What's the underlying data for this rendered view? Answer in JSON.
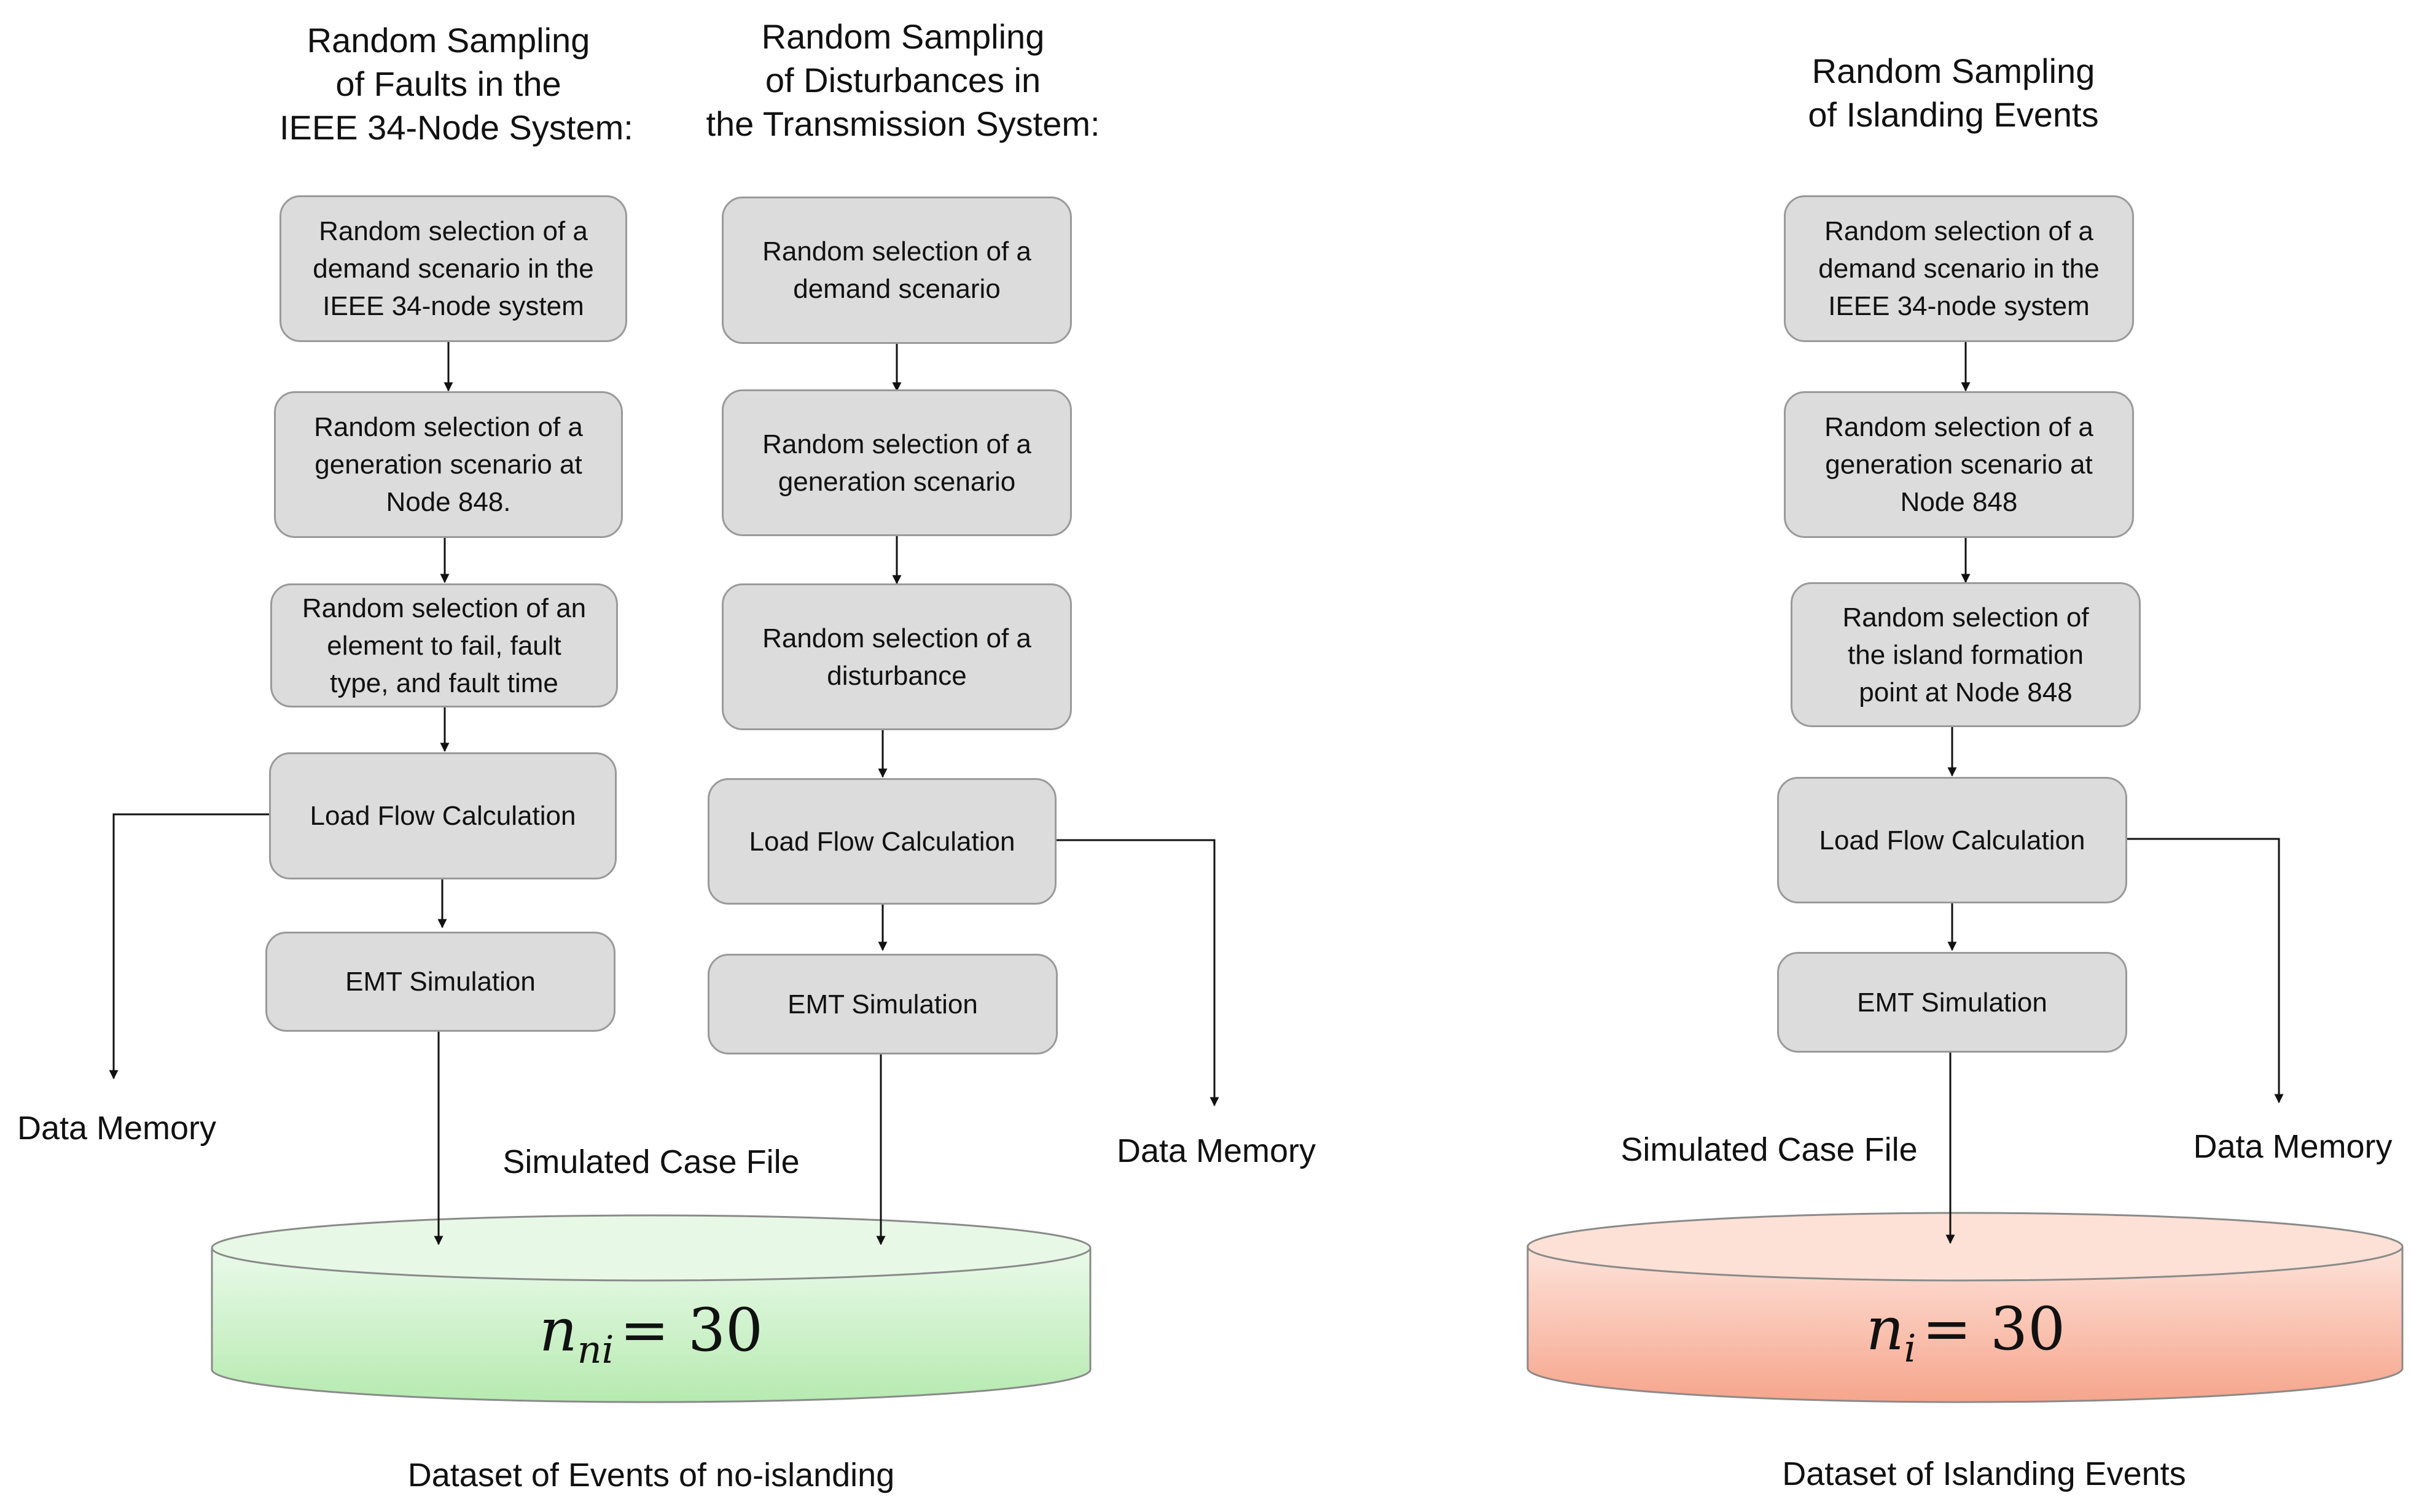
{
  "columns": {
    "faults": {
      "title_lines": [
        "Random Sampling",
        "of Faults in the",
        "IEEE 34-Node System:"
      ],
      "steps": [
        [
          "Random selection of a",
          "demand scenario in the",
          "IEEE 34-node system"
        ],
        [
          "Random selection of a",
          "generation scenario at",
          "Node 848."
        ],
        [
          "Random selection of an",
          "element to fail, fault",
          "type, and fault time"
        ],
        [
          "Load Flow Calculation"
        ],
        [
          "EMT Simulation"
        ]
      ]
    },
    "disturbances": {
      "title_lines": [
        "Random Sampling",
        "of Disturbances in",
        "the Transmission System:"
      ],
      "steps": [
        [
          "Random selection of a",
          "demand scenario"
        ],
        [
          "Random selection of a",
          "generation scenario"
        ],
        [
          "Random selection of a",
          "disturbance"
        ],
        [
          "Load Flow Calculation"
        ],
        [
          "EMT Simulation"
        ]
      ]
    },
    "islanding": {
      "title_lines": [
        "Random Sampling",
        "of Islanding Events"
      ],
      "steps": [
        [
          "Random selection of a",
          "demand scenario in the",
          "IEEE 34-node system"
        ],
        [
          "Random selection of a",
          "generation scenario at",
          "Node 848"
        ],
        [
          "Random selection of",
          "the island formation",
          "point at Node 848"
        ],
        [
          "Load Flow Calculation"
        ],
        [
          "EMT Simulation"
        ]
      ]
    }
  },
  "labels": {
    "data_memory_left": "Data Memory",
    "data_memory_middle": "Data Memory",
    "data_memory_right": "Data Memory",
    "simulated_case_file_left": "Simulated Case File",
    "simulated_case_file_right": "Simulated Case File"
  },
  "datasets": {
    "no_islanding": {
      "variable": "n",
      "subscript": "ni",
      "equals": "= 30",
      "caption": "Dataset of Events of no-islanding",
      "color": "#c4eec0"
    },
    "islanding": {
      "variable": "n",
      "subscript": "i",
      "equals": "= 30",
      "caption": "Dataset of Islanding Events",
      "color": "#f8b29c"
    }
  }
}
